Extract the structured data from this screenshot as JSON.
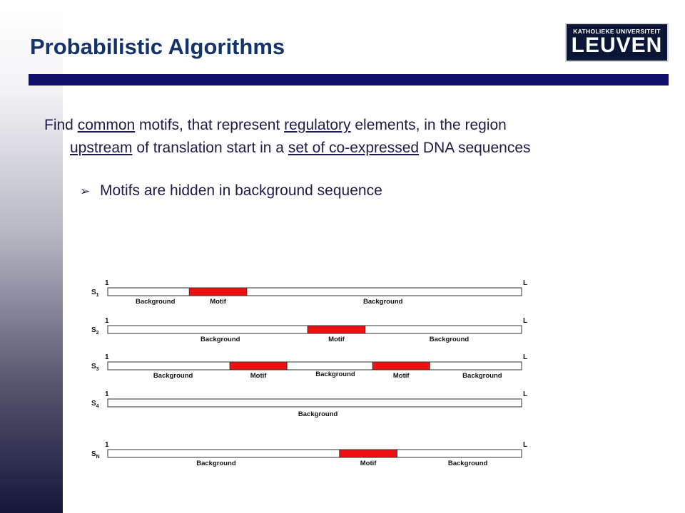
{
  "slide": {
    "title": "Probabilistic Algorithms",
    "logo": {
      "small_text": "KATHOLIEKE UNIVERSITEIT",
      "big_text": "LEUVEN"
    },
    "paragraph": {
      "t1": "Find ",
      "u1": "common",
      "t2": " motifs, that represent ",
      "u2": "regulatory",
      "t3": " elements, in the region",
      "u3": "upstream",
      "t4": " of translation start in a ",
      "u4": "set of co-expressed",
      "t5": " DNA sequences"
    },
    "bullet": "Motifs are hidden in background sequence",
    "colors": {
      "title": "#14336b",
      "bar": "#10106b",
      "motif": "#ee1111",
      "text": "#1c1c4a"
    }
  },
  "diagram": {
    "start_label": "1",
    "end_label": "L",
    "sequences": [
      {
        "name": "S",
        "sub": "1",
        "motifs": [
          {
            "start": 0.197,
            "end": 0.336,
            "label": "Motif"
          }
        ],
        "bg_labels": [
          {
            "text": "Background",
            "at": 0.115
          },
          {
            "text": "Background",
            "at": 0.665
          }
        ]
      },
      {
        "name": "S",
        "sub": "2",
        "motifs": [
          {
            "start": 0.483,
            "end": 0.622,
            "label": "Motif"
          }
        ],
        "bg_labels": [
          {
            "text": "Background",
            "at": 0.272
          },
          {
            "text": "Background",
            "at": 0.825
          }
        ]
      },
      {
        "name": "S",
        "sub": "3",
        "motifs": [
          {
            "start": 0.295,
            "end": 0.433,
            "label": "Motif"
          },
          {
            "start": 0.64,
            "end": 0.778,
            "label": "Motif"
          }
        ],
        "bg_labels": [
          {
            "text": "Background",
            "at": 0.158
          },
          {
            "text": "Background",
            "at": 0.55
          },
          {
            "text": "Background",
            "at": 0.905
          }
        ]
      },
      {
        "name": "S",
        "sub": "4",
        "motifs": [],
        "bg_labels": [
          {
            "text": "Background",
            "at": 0.508
          }
        ]
      },
      {
        "name": "S",
        "sub": "N",
        "motifs": [
          {
            "start": 0.56,
            "end": 0.699,
            "label": "Motif"
          }
        ],
        "bg_labels": [
          {
            "text": "Background",
            "at": 0.262
          },
          {
            "text": "Background",
            "at": 0.87
          }
        ]
      }
    ]
  }
}
